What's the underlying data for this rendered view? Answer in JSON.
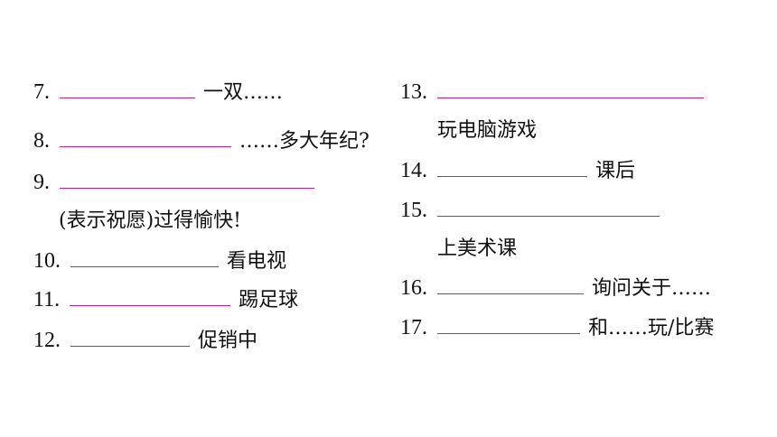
{
  "left_column": [
    {
      "num": "7.",
      "text": "一双……"
    },
    {
      "num": "8.",
      "text": "……多大年纪?"
    },
    {
      "num": "9.",
      "text": "",
      "continuation": "(表示祝愿)过得愉快!"
    },
    {
      "num": "10.",
      "text": "看电视"
    },
    {
      "num": "11.",
      "text": "踢足球"
    },
    {
      "num": "12.",
      "text": "促销中"
    }
  ],
  "right_column": [
    {
      "num": "13.",
      "text": "",
      "continuation": "玩电脑游戏"
    },
    {
      "num": "14.",
      "text": "课后"
    },
    {
      "num": "15.",
      "text": "",
      "continuation": "上美术课"
    },
    {
      "num": "16.",
      "text": "询问关于……"
    },
    {
      "num": "17.",
      "text": "和……玩/比赛"
    }
  ],
  "colors": {
    "blank_line": "#c81e8a",
    "text": "#111111"
  }
}
